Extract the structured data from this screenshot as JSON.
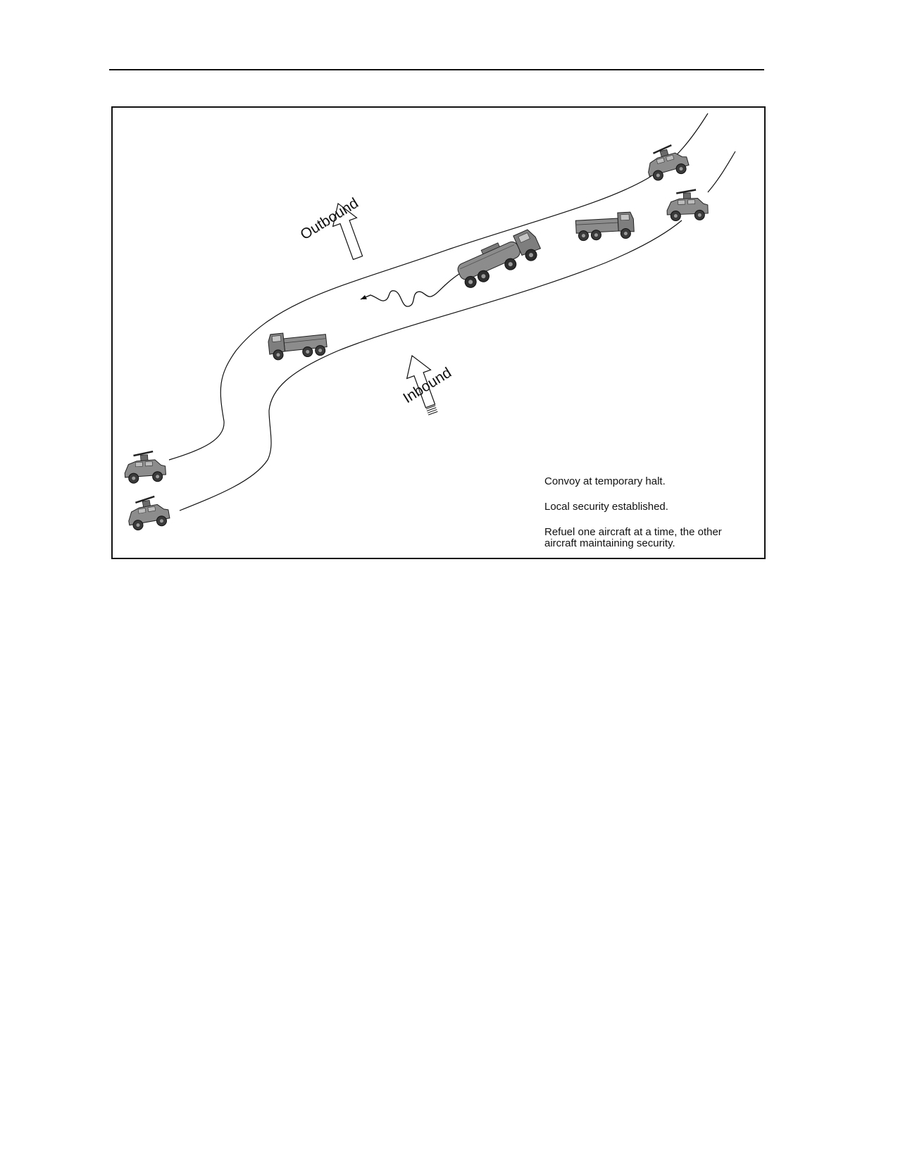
{
  "figure": {
    "labels": {
      "outbound": "Outbound",
      "inbound": "Inbound"
    },
    "notes": [
      "Convoy at temporary halt.",
      "Local security established.",
      "Refuel one aircraft at a time, the other aircraft maintaining security."
    ],
    "vehicles": [
      {
        "kind": "humvee",
        "role": "lead-security"
      },
      {
        "kind": "humvee",
        "role": "lead-security"
      },
      {
        "kind": "cargo-truck"
      },
      {
        "kind": "fuel-tanker"
      },
      {
        "kind": "cargo-truck"
      },
      {
        "kind": "humvee",
        "role": "rear-security"
      },
      {
        "kind": "humvee",
        "role": "rear-security"
      }
    ],
    "colors": {
      "line": "#111111",
      "vehicle_body": "#8c8c8c",
      "vehicle_dark": "#3a3a3a"
    }
  }
}
